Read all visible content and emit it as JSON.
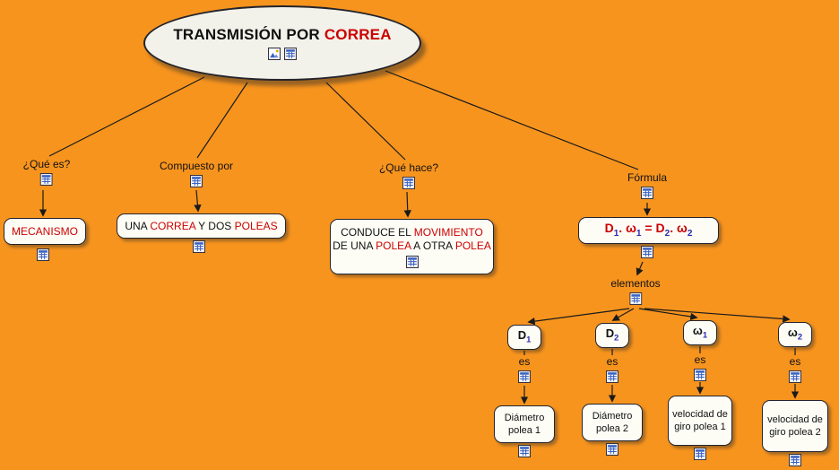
{
  "palette": {
    "background": "#F7941E",
    "node_fill": "#FDFDF6",
    "node_border": "#24242C",
    "dark": "#101010",
    "red": "#CC0000",
    "blue": "#2B2BB4",
    "line": "#1A1A1A"
  },
  "root": {
    "title_segments": [
      {
        "t": "TRANSMISIÓN POR ",
        "c": "dark"
      },
      {
        "t": "CORREA",
        "c": "red"
      }
    ]
  },
  "linking_phrases": {
    "que_es": "¿Qué es?",
    "compuesto_por": "Compuesto por",
    "que_hace": "¿Qué hace?",
    "formula": "Fórmula",
    "elementos": "elementos",
    "es": "es"
  },
  "concepts": {
    "mecanismo": {
      "segments": [
        {
          "t": "MECANISMO",
          "c": "red"
        }
      ]
    },
    "composicion": {
      "segments": [
        {
          "t": "UNA ",
          "c": "dark"
        },
        {
          "t": "CORREA",
          "c": "red"
        },
        {
          "t": " Y DOS ",
          "c": "dark"
        },
        {
          "t": "POLEAS",
          "c": "red"
        }
      ]
    },
    "funcion": {
      "segments": [
        {
          "t": "CONDUCE EL ",
          "c": "dark"
        },
        {
          "t": "MOVIMIENTO",
          "c": "red"
        },
        {
          "t": " DE UNA ",
          "c": "dark"
        },
        {
          "t": "POLEA",
          "c": "red"
        },
        {
          "t": " A OTRA ",
          "c": "dark"
        },
        {
          "t": "POLEA",
          "c": "red"
        }
      ]
    },
    "formula_expresion": {
      "segments": [
        {
          "t": "D",
          "c": "red"
        },
        {
          "t": "1",
          "c": "blue",
          "sub": true
        },
        {
          "t": ". ",
          "c": "red"
        },
        {
          "t": "ω",
          "c": "red"
        },
        {
          "t": "1",
          "c": "blue",
          "sub": true
        },
        {
          "t": " = ",
          "c": "red"
        },
        {
          "t": "D",
          "c": "red"
        },
        {
          "t": "2",
          "c": "blue",
          "sub": true
        },
        {
          "t": ". ",
          "c": "red"
        },
        {
          "t": "ω",
          "c": "red"
        },
        {
          "t": "2",
          "c": "blue",
          "sub": true
        }
      ]
    },
    "d1": {
      "segments": [
        {
          "t": "D",
          "c": "dark"
        },
        {
          "t": "1",
          "c": "blue",
          "sub": true
        }
      ]
    },
    "d2": {
      "segments": [
        {
          "t": "D",
          "c": "dark"
        },
        {
          "t": "2",
          "c": "blue",
          "sub": true
        }
      ]
    },
    "w1": {
      "segments": [
        {
          "t": "ω",
          "c": "dark"
        },
        {
          "t": "1",
          "c": "blue",
          "sub": true
        }
      ]
    },
    "w2": {
      "segments": [
        {
          "t": "ω",
          "c": "dark"
        },
        {
          "t": "2",
          "c": "blue",
          "sub": true
        }
      ]
    },
    "diametro_polea_1": "Diámetro polea 1",
    "diametro_polea_2": "Diámetro polea 2",
    "velocidad_giro_polea_1": "velocidad de giro polea 1",
    "velocidad_giro_polea_2": "velocidad de giro polea 2"
  },
  "icons": {
    "grid": "grid-resource-icon",
    "image": "image-resource-icon"
  }
}
